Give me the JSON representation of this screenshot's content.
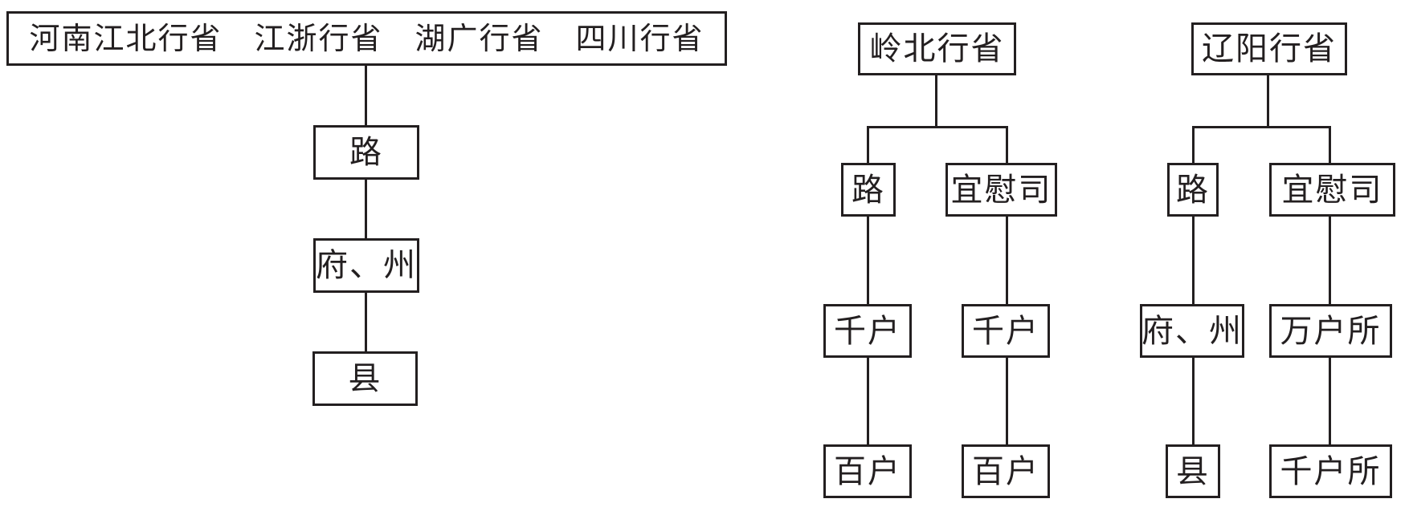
{
  "diagram": {
    "title_meaning": "Yuan dynasty provincial administrative hierarchy chart",
    "background_color": "#ffffff",
    "line_color": "#231f20",
    "trees": [
      {
        "id": "south-provinces",
        "root": "河南江北行省　江浙行省　湖广行省　四川行省",
        "levels": [
          "路",
          "府、州",
          "县"
        ]
      },
      {
        "id": "lingbei",
        "root": "岭北行省",
        "branches": [
          {
            "levels": [
              "路",
              "千户",
              "百户"
            ]
          },
          {
            "levels": [
              "宜慰司",
              "千户",
              "百户"
            ]
          }
        ]
      },
      {
        "id": "liaoyang",
        "root": "辽阳行省",
        "branches": [
          {
            "levels": [
              "路",
              "府、州",
              "县"
            ]
          },
          {
            "levels": [
              "宜慰司",
              "万户所",
              "千户所"
            ]
          }
        ]
      }
    ]
  }
}
